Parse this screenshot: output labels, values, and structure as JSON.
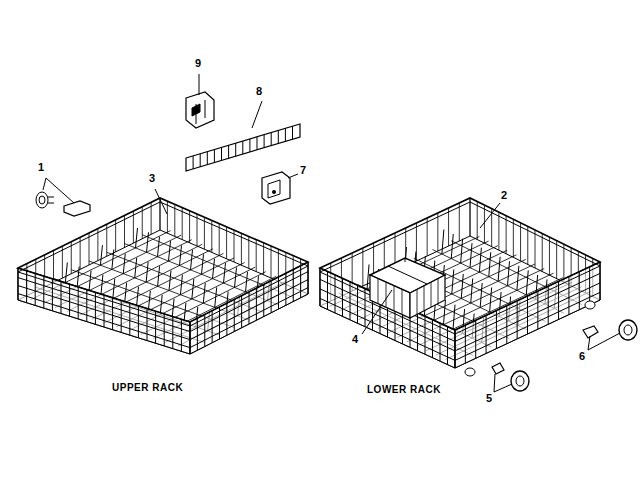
{
  "diagram": {
    "labels": [
      "9",
      "8",
      "1",
      "3",
      "7",
      "2",
      "4",
      "6",
      "5",
      "UPPER RACK",
      "LOWER RACK"
    ]
  }
}
